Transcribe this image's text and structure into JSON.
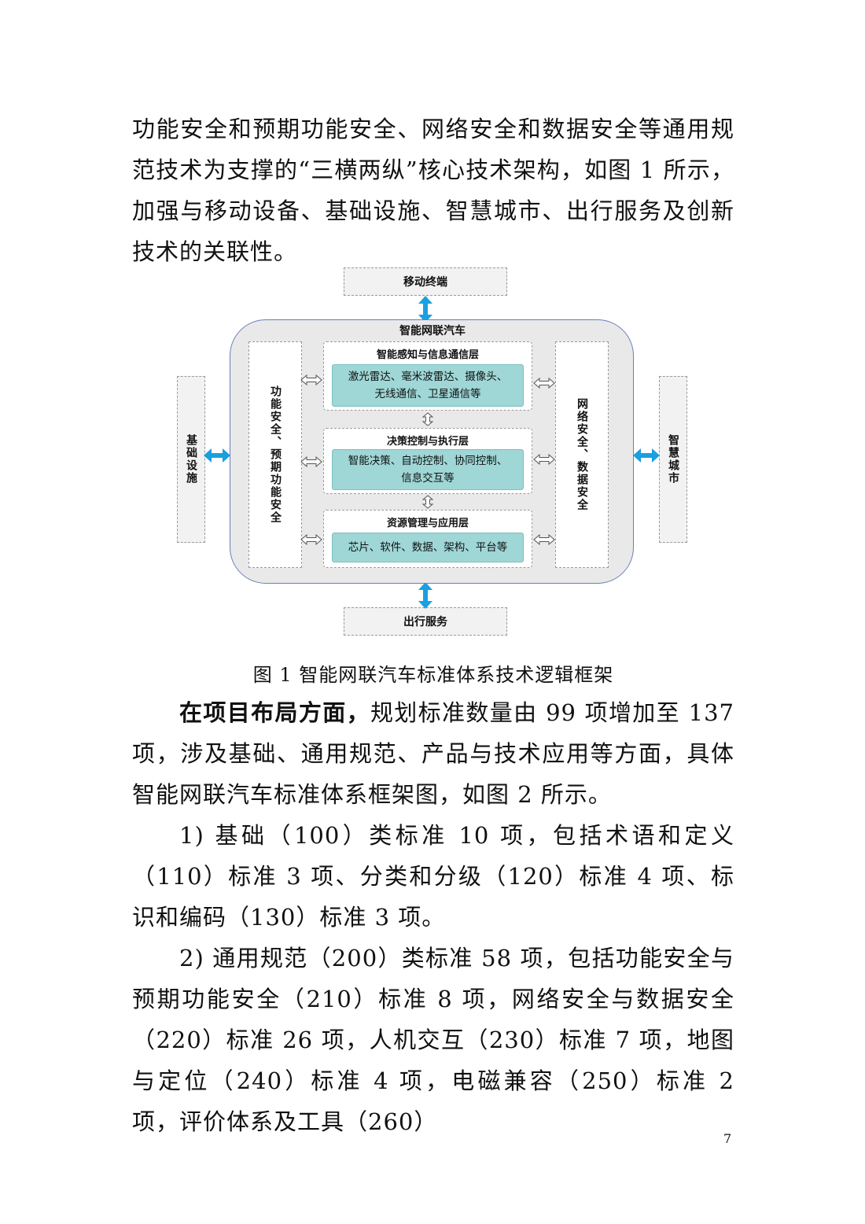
{
  "paragraphs": {
    "p1": "功能安全和预期功能安全、网络安全和数据安全等通用规范技术为支撑的“三横两纵”核心技术架构，如图 1 所示，加强与移动设备、基础设施、智慧城市、出行服务及创新技术的关联性。",
    "p2_lead": "在项目布局方面，",
    "p2_rest": "规划标准数量由 99 项增加至 137 项，涉及基础、通用规范、产品与技术应用等方面，具体智能网联汽车标准体系框架图，如图 2 所示。",
    "p3": "1) 基础（100）类标准 10 项，包括术语和定义（110）标准 3 项、分类和分级（120）标准 4 项、标识和编码（130）标准 3 项。",
    "p4": "2) 通用规范（200）类标准 58 项，包括功能安全与预期功能安全（210）标准 8 项，网络安全与数据安全（220）标准 26 项，人机交互（230）标准 7 项，地图与定位（240）标准 4 项，电磁兼容（250）标准 2 项，评价体系及工具（260）"
  },
  "diagram": {
    "top": "移动终端",
    "bottom": "出行服务",
    "left": "基础设施",
    "right": "智慧城市",
    "outer_title": "智能网联汽车",
    "left_inner": "功能安全、预期功能安全",
    "right_inner": "网络安全、数据安全",
    "layers": [
      {
        "title": "智能感知与信息通信层",
        "line1": "激光雷达、毫米波雷达、摄像头、",
        "line2": "无线通信、卫星通信等"
      },
      {
        "title": "决策控制与执行层",
        "line1": "智能决策、自动控制、协同控制、",
        "line2": "信息交互等"
      },
      {
        "title": "资源管理与应用层",
        "line1": "芯片、软件、数据、架构、平台等",
        "line2": ""
      }
    ]
  },
  "caption": "图 1  智能网联汽车标准体系技术逻辑框架",
  "page_number": "7",
  "colors": {
    "accent_blue": "#1aa0e0",
    "teal": "#9fd6d6",
    "outline": "#6a7fb8"
  }
}
